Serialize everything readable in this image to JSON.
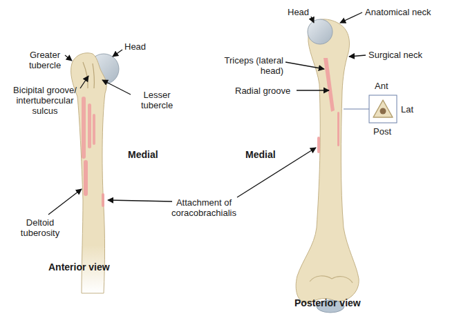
{
  "diagram": {
    "labels": [
      "Greater tubercle",
      "Head",
      "Bicipital groove/ intertubercular sulcus",
      "Lesser tubercle",
      "Medial",
      "Deltoid tuberosity",
      "Anterior view",
      "Head",
      "Anatomical neck",
      "Triceps (lateral head)",
      "Surgical neck",
      "Radial groove",
      "Ant",
      "Lat",
      "Post",
      "Medial",
      "Attachment of coracobrachialis",
      "Posterior view"
    ]
  }
}
